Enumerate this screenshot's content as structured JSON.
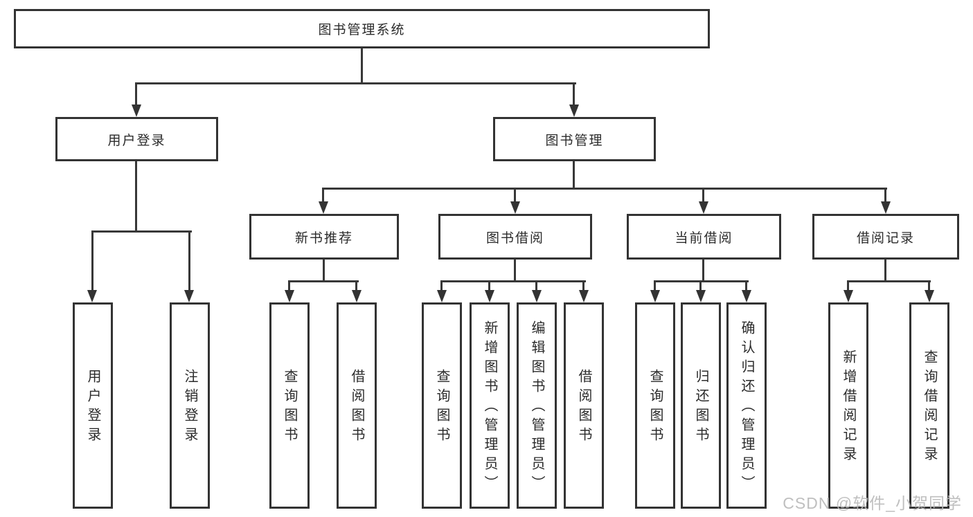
{
  "diagram_type": "hierarchy",
  "tree": {
    "label": "图书管理系统",
    "children": [
      {
        "label": "用户登录",
        "children": [
          {
            "label": "用户登录"
          },
          {
            "label": "注销登录"
          }
        ]
      },
      {
        "label": "图书管理",
        "children": [
          {
            "label": "新书推荐",
            "children": [
              {
                "label": "查询图书"
              },
              {
                "label": "借阅图书"
              }
            ]
          },
          {
            "label": "图书借阅",
            "children": [
              {
                "label": "查询图书"
              },
              {
                "label": "新增图书（管理员）"
              },
              {
                "label": "编辑图书（管理员）"
              },
              {
                "label": "借阅图书"
              }
            ]
          },
          {
            "label": "当前借阅",
            "children": [
              {
                "label": "查询图书"
              },
              {
                "label": "归还图书"
              },
              {
                "label": "确认归还（管理员）"
              }
            ]
          },
          {
            "label": "借阅记录",
            "children": [
              {
                "label": "新增借阅记录"
              },
              {
                "label": "查询借阅记录"
              }
            ]
          }
        ]
      }
    ]
  },
  "watermark": "CSDN @软件_小贺同学",
  "colors": {
    "line": "#383838",
    "box_border": "#333333",
    "box_background": "#ffffff",
    "text": "#2b2b2b",
    "watermark": "#bababa"
  }
}
